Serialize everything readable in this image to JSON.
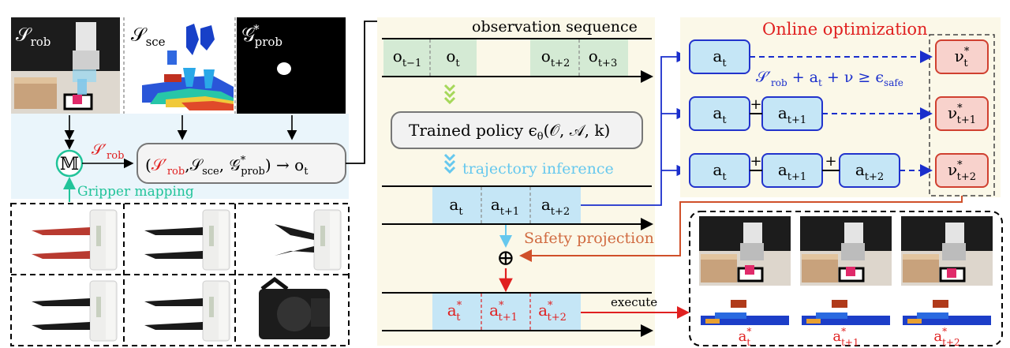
{
  "inputs": {
    "s_rob": "𝒮",
    "s_rob_sub": "rob",
    "s_sce": "𝒮",
    "s_sce_sub": "sce",
    "g_prob": "𝒢",
    "g_prob_sup": "*",
    "g_prob_sub": "prob"
  },
  "mapping": {
    "symbol": "𝕄",
    "s_rob_prime": "𝒮′",
    "s_rob_prime_sub": "rob",
    "caption": "Gripper mapping"
  },
  "obs_formula": {
    "p1": "(",
    "p2": "𝒮′",
    "p2_sub": "rob",
    "p3": ",𝒮",
    "p3_sub": "sce",
    "p4": ", 𝒢",
    "p4_sup": "*",
    "p4_sub": "prob",
    "p5": ") → o",
    "p5_sub": "t"
  },
  "timeline": {
    "obs_title": "observation sequence",
    "obs_cells": [
      {
        "base": "o",
        "sub": "t−1"
      },
      {
        "base": "o",
        "sub": "t"
      },
      {
        "base": "o",
        "sub": "t+2"
      },
      {
        "base": "o",
        "sub": "t+3"
      }
    ],
    "policy_label": "Trained policy ϵ",
    "policy_sub": "θ",
    "policy_args": "(𝒪, 𝒜, k)",
    "inference_label": "trajectory inference",
    "action_cells": [
      {
        "base": "a",
        "sub": "t"
      },
      {
        "base": "a",
        "sub": "t+1"
      },
      {
        "base": "a",
        "sub": "t+2"
      }
    ],
    "safety_label": "Safety projection",
    "oplus": "⊕",
    "safe_cells": [
      {
        "base": "a",
        "sup": "*",
        "sub": "t"
      },
      {
        "base": "a",
        "sup": "*",
        "sub": "t+1"
      },
      {
        "base": "a",
        "sup": "*",
        "sub": "t+2"
      }
    ],
    "execute_label": "execute"
  },
  "optimization": {
    "title": "Online optimization",
    "constraint_p1": "𝒮′",
    "constraint_sub1": "rob",
    "constraint_p2": " + a",
    "constraint_sub2": "t",
    "constraint_p3": " + ν ≥ ϵ",
    "constraint_sub3": "safe",
    "plus": "+",
    "rows": [
      {
        "actions": [
          {
            "base": "a",
            "sub": "t"
          }
        ],
        "nu_sub": "t"
      },
      {
        "actions": [
          {
            "base": "a",
            "sub": "t"
          },
          {
            "base": "a",
            "sub": "t+1"
          }
        ],
        "nu_sub": "t+1"
      },
      {
        "actions": [
          {
            "base": "a",
            "sub": "t"
          },
          {
            "base": "a",
            "sub": "t+1"
          },
          {
            "base": "a",
            "sub": "t+2"
          }
        ],
        "nu_sub": "t+2"
      }
    ],
    "nu_base": "ν",
    "nu_sup": "*"
  },
  "results": [
    {
      "base": "a",
      "sup": "*",
      "sub": "t"
    },
    {
      "base": "a",
      "sup": "*",
      "sub": "t+1"
    },
    {
      "base": "a",
      "sup": "*",
      "sub": "t+2"
    }
  ],
  "colors": {
    "blue_box_fill": "#c5e6f6",
    "blue_box_stroke": "#2233cc",
    "red_box_fill": "#f8d2cc",
    "red_box_stroke": "#d04030",
    "green_fill": "#d4ead4",
    "cream_panel": "#fbf8e8",
    "light_blue_panel": "#eaf5fb",
    "red_text": "#e02020",
    "light_blue_text": "#66c8ee",
    "safety_text": "#d06a40",
    "teal": "#22c49a"
  }
}
